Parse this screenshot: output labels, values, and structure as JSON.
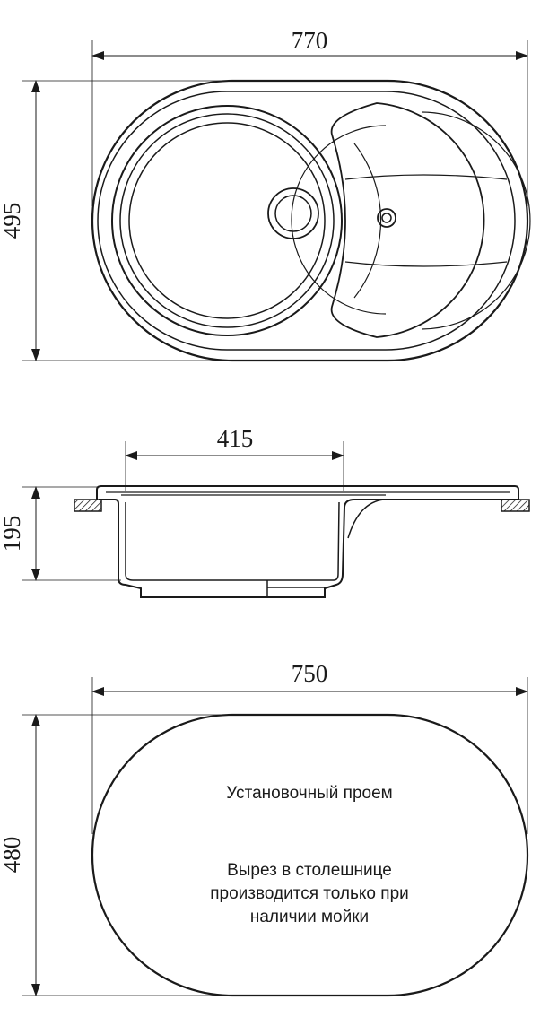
{
  "top_view": {
    "width_label": "770",
    "height_label": "495"
  },
  "side_view": {
    "bowl_width_label": "415",
    "depth_label": "195"
  },
  "cutout_view": {
    "width_label": "750",
    "height_label": "480",
    "title": "Установочный проем",
    "note_lines": [
      "Вырез в столешнице",
      "производится только при",
      "наличии мойки"
    ]
  },
  "colors": {
    "line": "#1a1a1a",
    "background": "#ffffff"
  }
}
